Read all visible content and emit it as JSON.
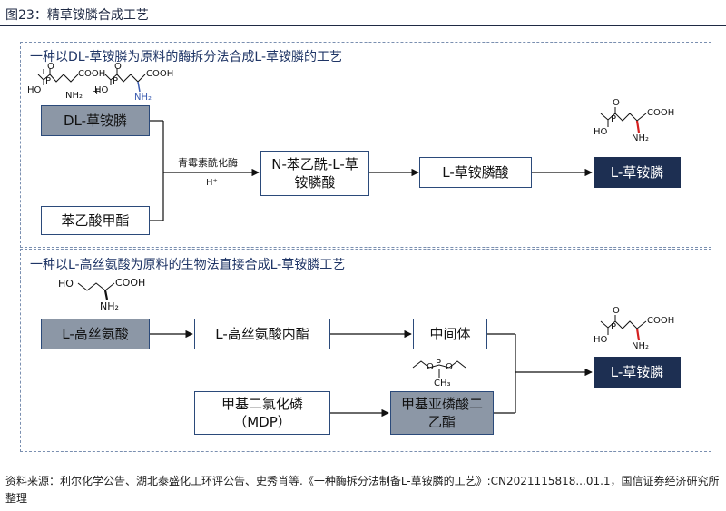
{
  "figure_title": "图23：精草铵膦合成工艺",
  "section1": {
    "title": "一种以DL-草铵膦为原料的酶拆分法合成L-草铵膦的工艺",
    "box_dl": "DL-草铵膦",
    "box_phenyl": "苯乙酸甲酯",
    "enzyme_label": "青霉素酰化酶",
    "h_label": "H⁺",
    "box_acyl": "N-苯乙酰-L-草铵膦酸",
    "box_lacid": "L-草铵膦酸",
    "box_final": "L-草铵膦",
    "plus": "+"
  },
  "section2": {
    "title": "一种以L-高丝氨酸为原料的生物法直接合成L-草铵膦工艺",
    "box_hser": "L-高丝氨酸",
    "box_lactone": "L-高丝氨酸内酯",
    "box_inter": "中间体",
    "box_mdp": "甲基二氯化磷（MDP）",
    "box_ester": "甲基亚磷酸二乙酯",
    "box_final": "L-草铵膦"
  },
  "structures": {
    "ho": "HO",
    "p": "P",
    "o": "O",
    "cooh": "COOH",
    "nh2": "NH₂",
    "ch3": "CH₃"
  },
  "source": "资料来源：利尔化学公告、湖北泰盛化工环评公告、史秀肖等.《一种酶拆分法制备L-草铵膦的工艺》:CN2021115818...01.1，国信证券经济研究所整理",
  "colors": {
    "navy": "#1d2f52",
    "gray_box": "#8c97a6",
    "border": "#2b4a7a",
    "red_bond": "#d42020"
  }
}
